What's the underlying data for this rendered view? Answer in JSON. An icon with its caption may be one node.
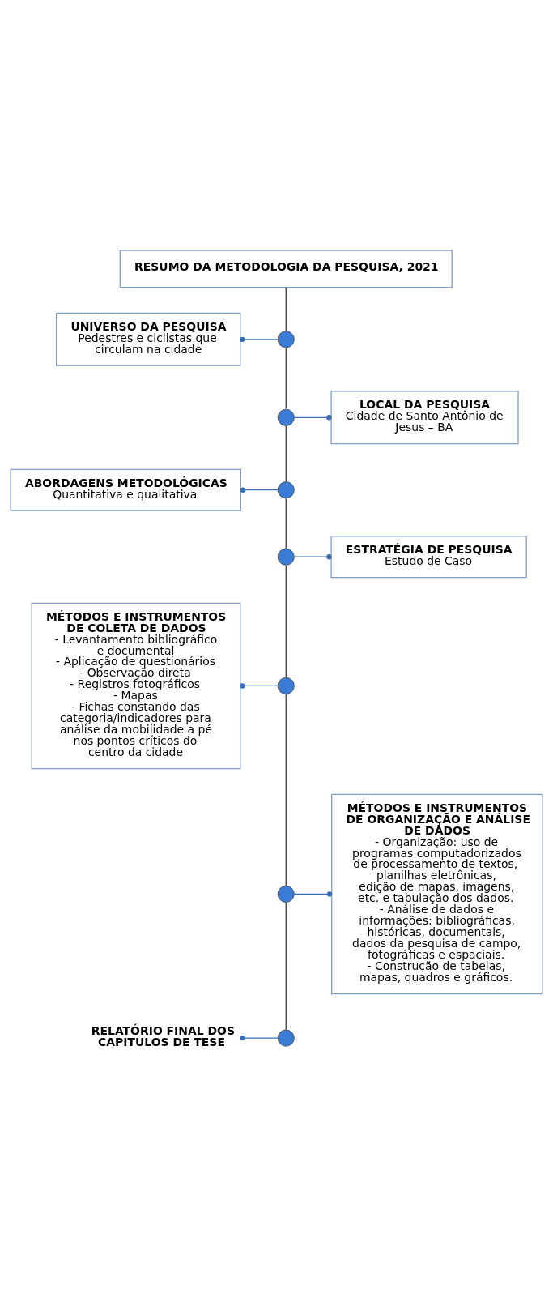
{
  "diagram": {
    "nodes": [
      {
        "text": [
          "RESUMO DA METODOLOGIA DA PESQUISA, 2021"
        ]
      },
      {
        "text": [
          "UNIVERSO DA PESQUISA",
          "Pedestres e ciclistas que circulam na cidade"
        ]
      },
      {
        "text": [],
        "shape": "circle"
      },
      {
        "text": [
          "LOCAL DA PESQUISA",
          "Cidade de Santo Antônio de Jesus – BA"
        ]
      },
      {
        "text": [],
        "shape": "circle"
      },
      {
        "text": [
          "ABORDAGENS METODOLÓGICAS",
          "Quantitativa e qualitativa"
        ]
      },
      {
        "text": [],
        "shape": "circle"
      },
      {
        "text": [
          "ESTRATÉGIA DE PESQUISA",
          "Estudo de Caso"
        ]
      },
      {
        "text": [],
        "shape": "circle"
      },
      {
        "text": [
          "MÉTODOS E INSTRUMENTOS DE COLETA DE DADOS",
          "- Levantamento bibliográfico e documental",
          "- Aplicação de questionários",
          "- Observação direta",
          "- Registros fotográficos",
          "- Mapas",
          "- Fichas constando das categoria/indicadores para análise da mobilidade a pé nos pontos críticos do centro da cidade"
        ]
      },
      {
        "text": [],
        "shape": "circle"
      },
      {
        "text": [
          "MÉTODOS E INSTRUMENTOS DE ORGANIZAÇÃO E ANÁLISE DE DADOS",
          "- Organização: uso de programas computadorizados de processamento de textos, planilhas eletrônicas, edição de mapas, imagens, etc. e tabulação dos dados.",
          "- Análise de dados e informações: bibliográficas, históricas, documentais, dados da pesquisa de campo, fotográficas e espaciais.",
          "- Construção de tabelas, mapas, quadros e gráficos."
        ]
      },
      {
        "text": [],
        "shape": "circle"
      },
      {
        "text": [
          "RELATÓRIO FINAL DOS CAPITULOS DE TESE"
        ]
      },
      {
        "text": [],
        "shape": "circle"
      }
    ],
    "edges": [
      {
        "from": 0,
        "to": 2,
        "arrow": "none"
      },
      {
        "from": 2,
        "to": 4,
        "arrow": "none"
      },
      {
        "from": 4,
        "to": 6,
        "arrow": "none"
      },
      {
        "from": 6,
        "to": 8,
        "arrow": "none"
      },
      {
        "from": 8,
        "to": 10,
        "arrow": "none"
      },
      {
        "from": 10,
        "to": 12,
        "arrow": "none"
      },
      {
        "from": 12,
        "to": 14,
        "arrow": "none"
      },
      {
        "from": 1,
        "to": 2,
        "arrow": "other",
        "color": "#3a6fb5"
      },
      {
        "from": 3,
        "to": 4,
        "arrow": "other",
        "color": "#3a6fb5"
      },
      {
        "from": 5,
        "to": 6,
        "arrow": "other",
        "color": "#3a6fb5"
      },
      {
        "from": 7,
        "to": 8,
        "arrow": "other",
        "color": "#3a6fb5"
      },
      {
        "from": 9,
        "to": 10,
        "arrow": "other",
        "color": "#3a6fb5"
      },
      {
        "from": 11,
        "to": 12,
        "arrow": "other",
        "color": "#3a6fb5"
      },
      {
        "from": 13,
        "to": 14,
        "arrow": "other",
        "color": "#3a6fb5"
      }
    ]
  }
}
